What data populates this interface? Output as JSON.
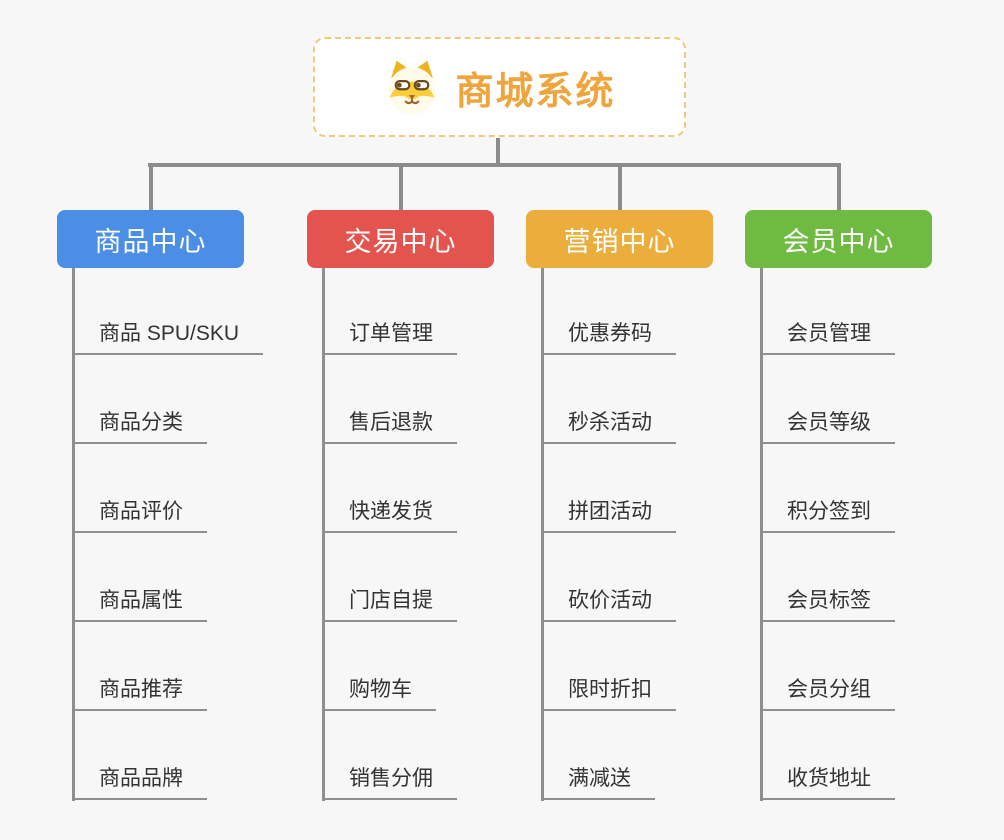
{
  "background": "#f7f7f7",
  "connector_color": "#8c8c8c",
  "root": {
    "title": "商城系统",
    "title_color": "#f0a43c",
    "border_color": "#f2c87f",
    "icon": "dog-icon"
  },
  "branches": [
    {
      "id": "product-center",
      "label": "商品中心",
      "color": "#4a8ee6",
      "items": [
        "商品 SPU/SKU",
        "商品分类",
        "商品评价",
        "商品属性",
        "商品推荐",
        "商品品牌"
      ]
    },
    {
      "id": "trade-center",
      "label": "交易中心",
      "color": "#e4544f",
      "items": [
        "订单管理",
        "售后退款",
        "快递发货",
        "门店自提",
        "购物车",
        "销售分佣"
      ]
    },
    {
      "id": "marketing-center",
      "label": "营销中心",
      "color": "#ebae3c",
      "items": [
        "优惠券码",
        "秒杀活动",
        "拼团活动",
        "砍价活动",
        "限时折扣",
        "满减送"
      ]
    },
    {
      "id": "member-center",
      "label": "会员中心",
      "color": "#6fbb41",
      "items": [
        "会员管理",
        "会员等级",
        "积分签到",
        "会员标签",
        "会员分组",
        "收货地址"
      ]
    }
  ]
}
